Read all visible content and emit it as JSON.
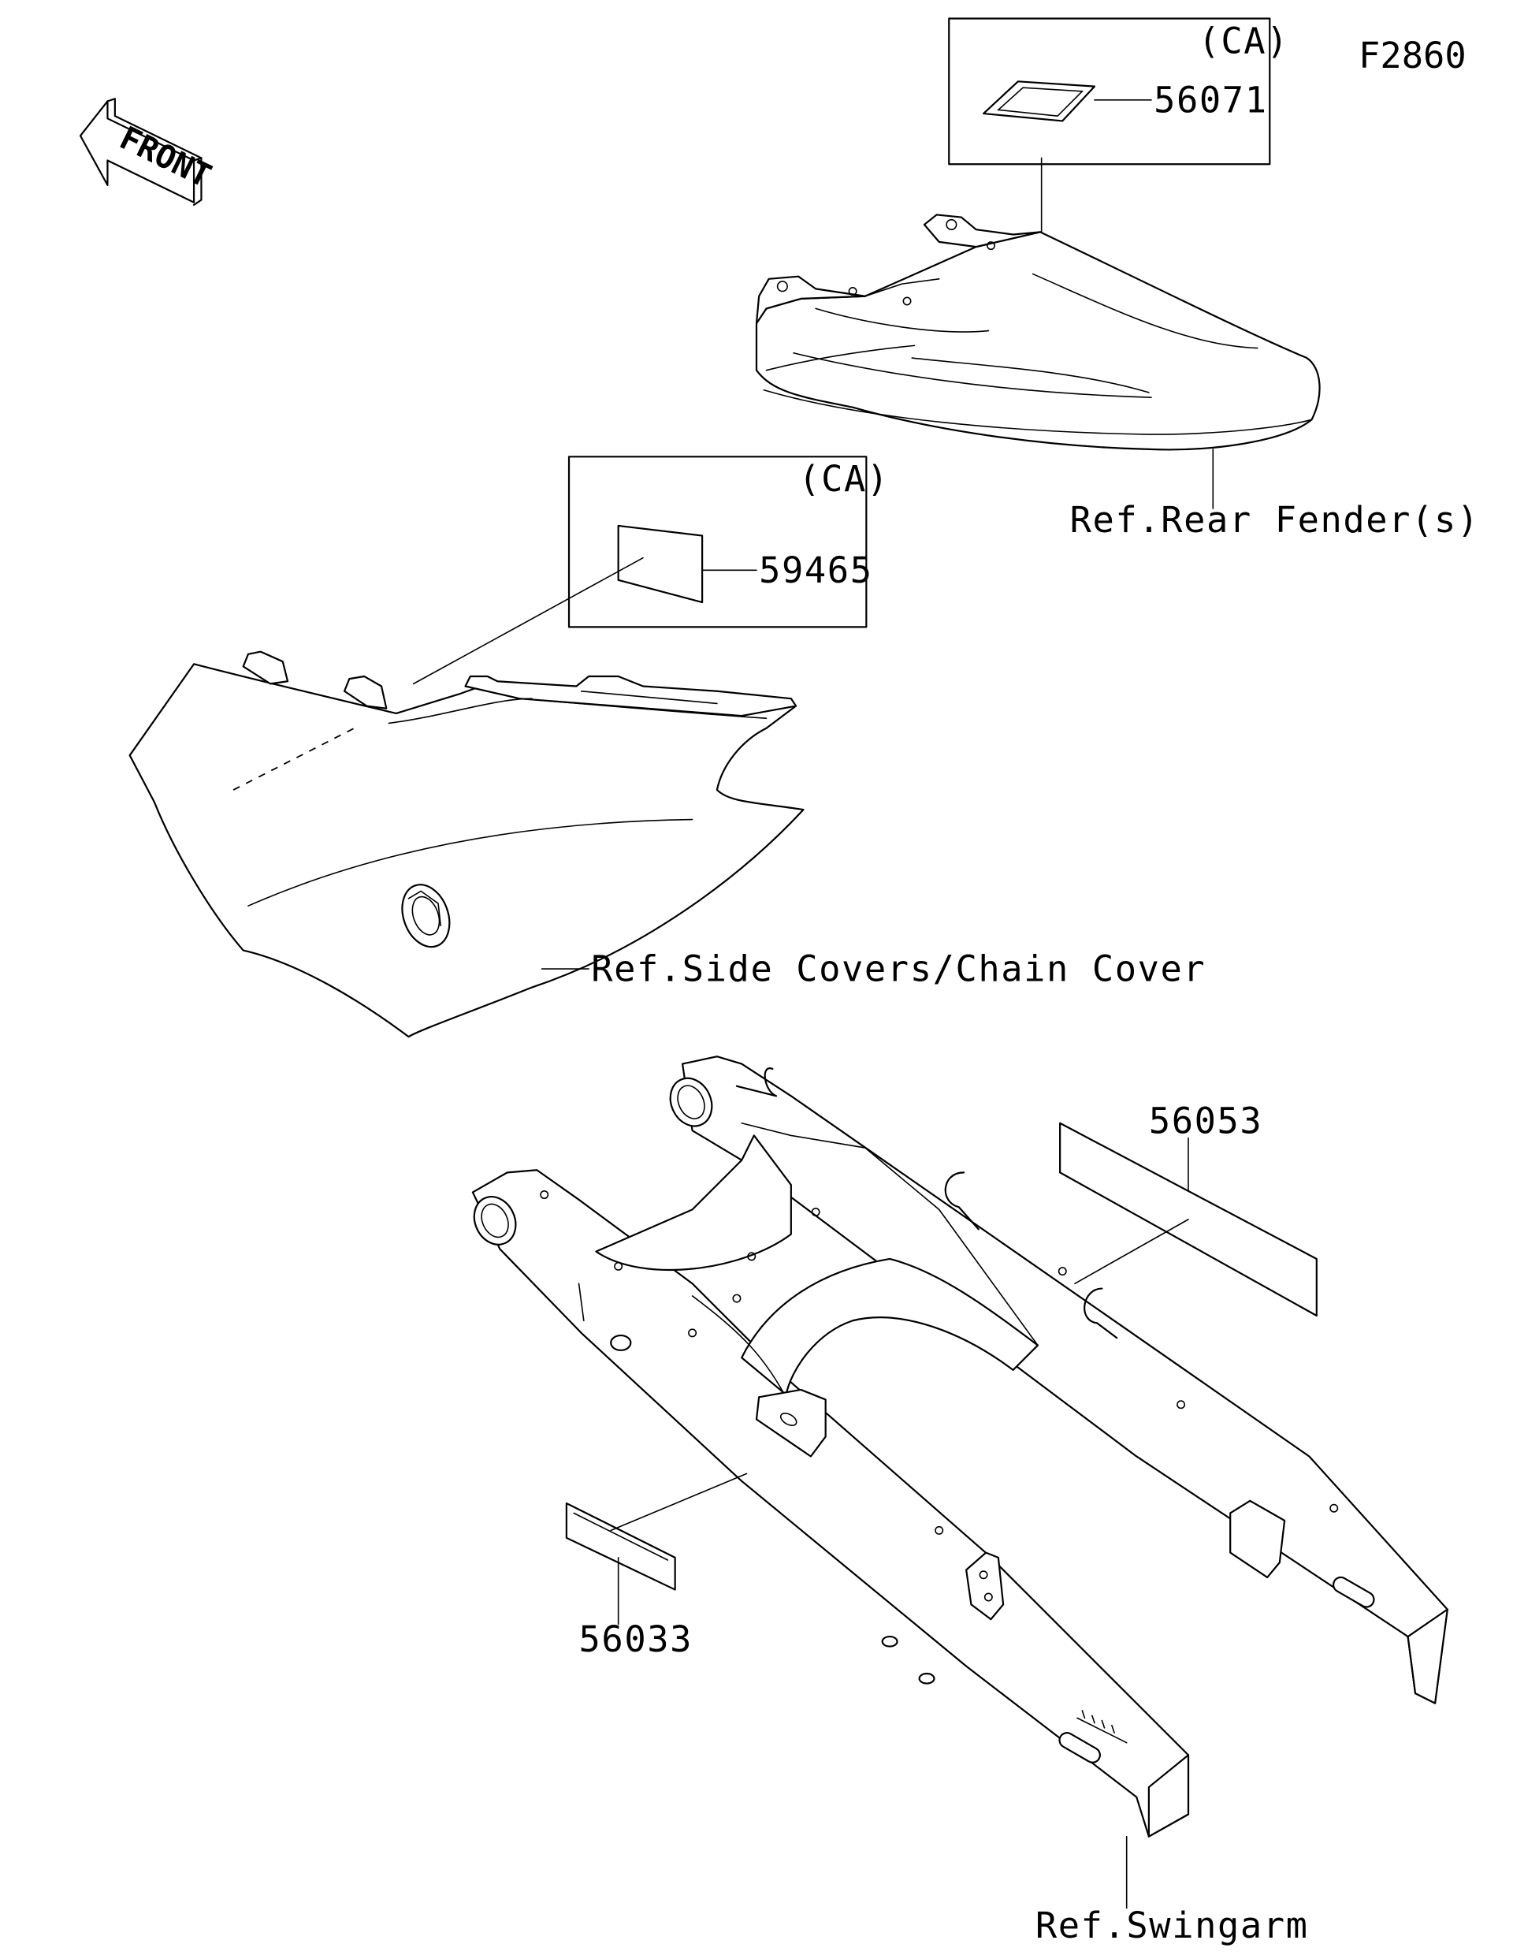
{
  "figure_code": "F2860",
  "front_arrow_label": "FRONT",
  "parts": [
    {
      "number": "56071",
      "variant": "(CA)"
    },
    {
      "number": "59465",
      "variant": "(CA)"
    },
    {
      "number": "56053",
      "variant": ""
    },
    {
      "number": "56033",
      "variant": ""
    }
  ],
  "references": {
    "rear_fender": "Ref.Rear Fender(s)",
    "side_covers": "Ref.Side Covers/Chain Cover",
    "swingarm": "Ref.Swingarm"
  }
}
